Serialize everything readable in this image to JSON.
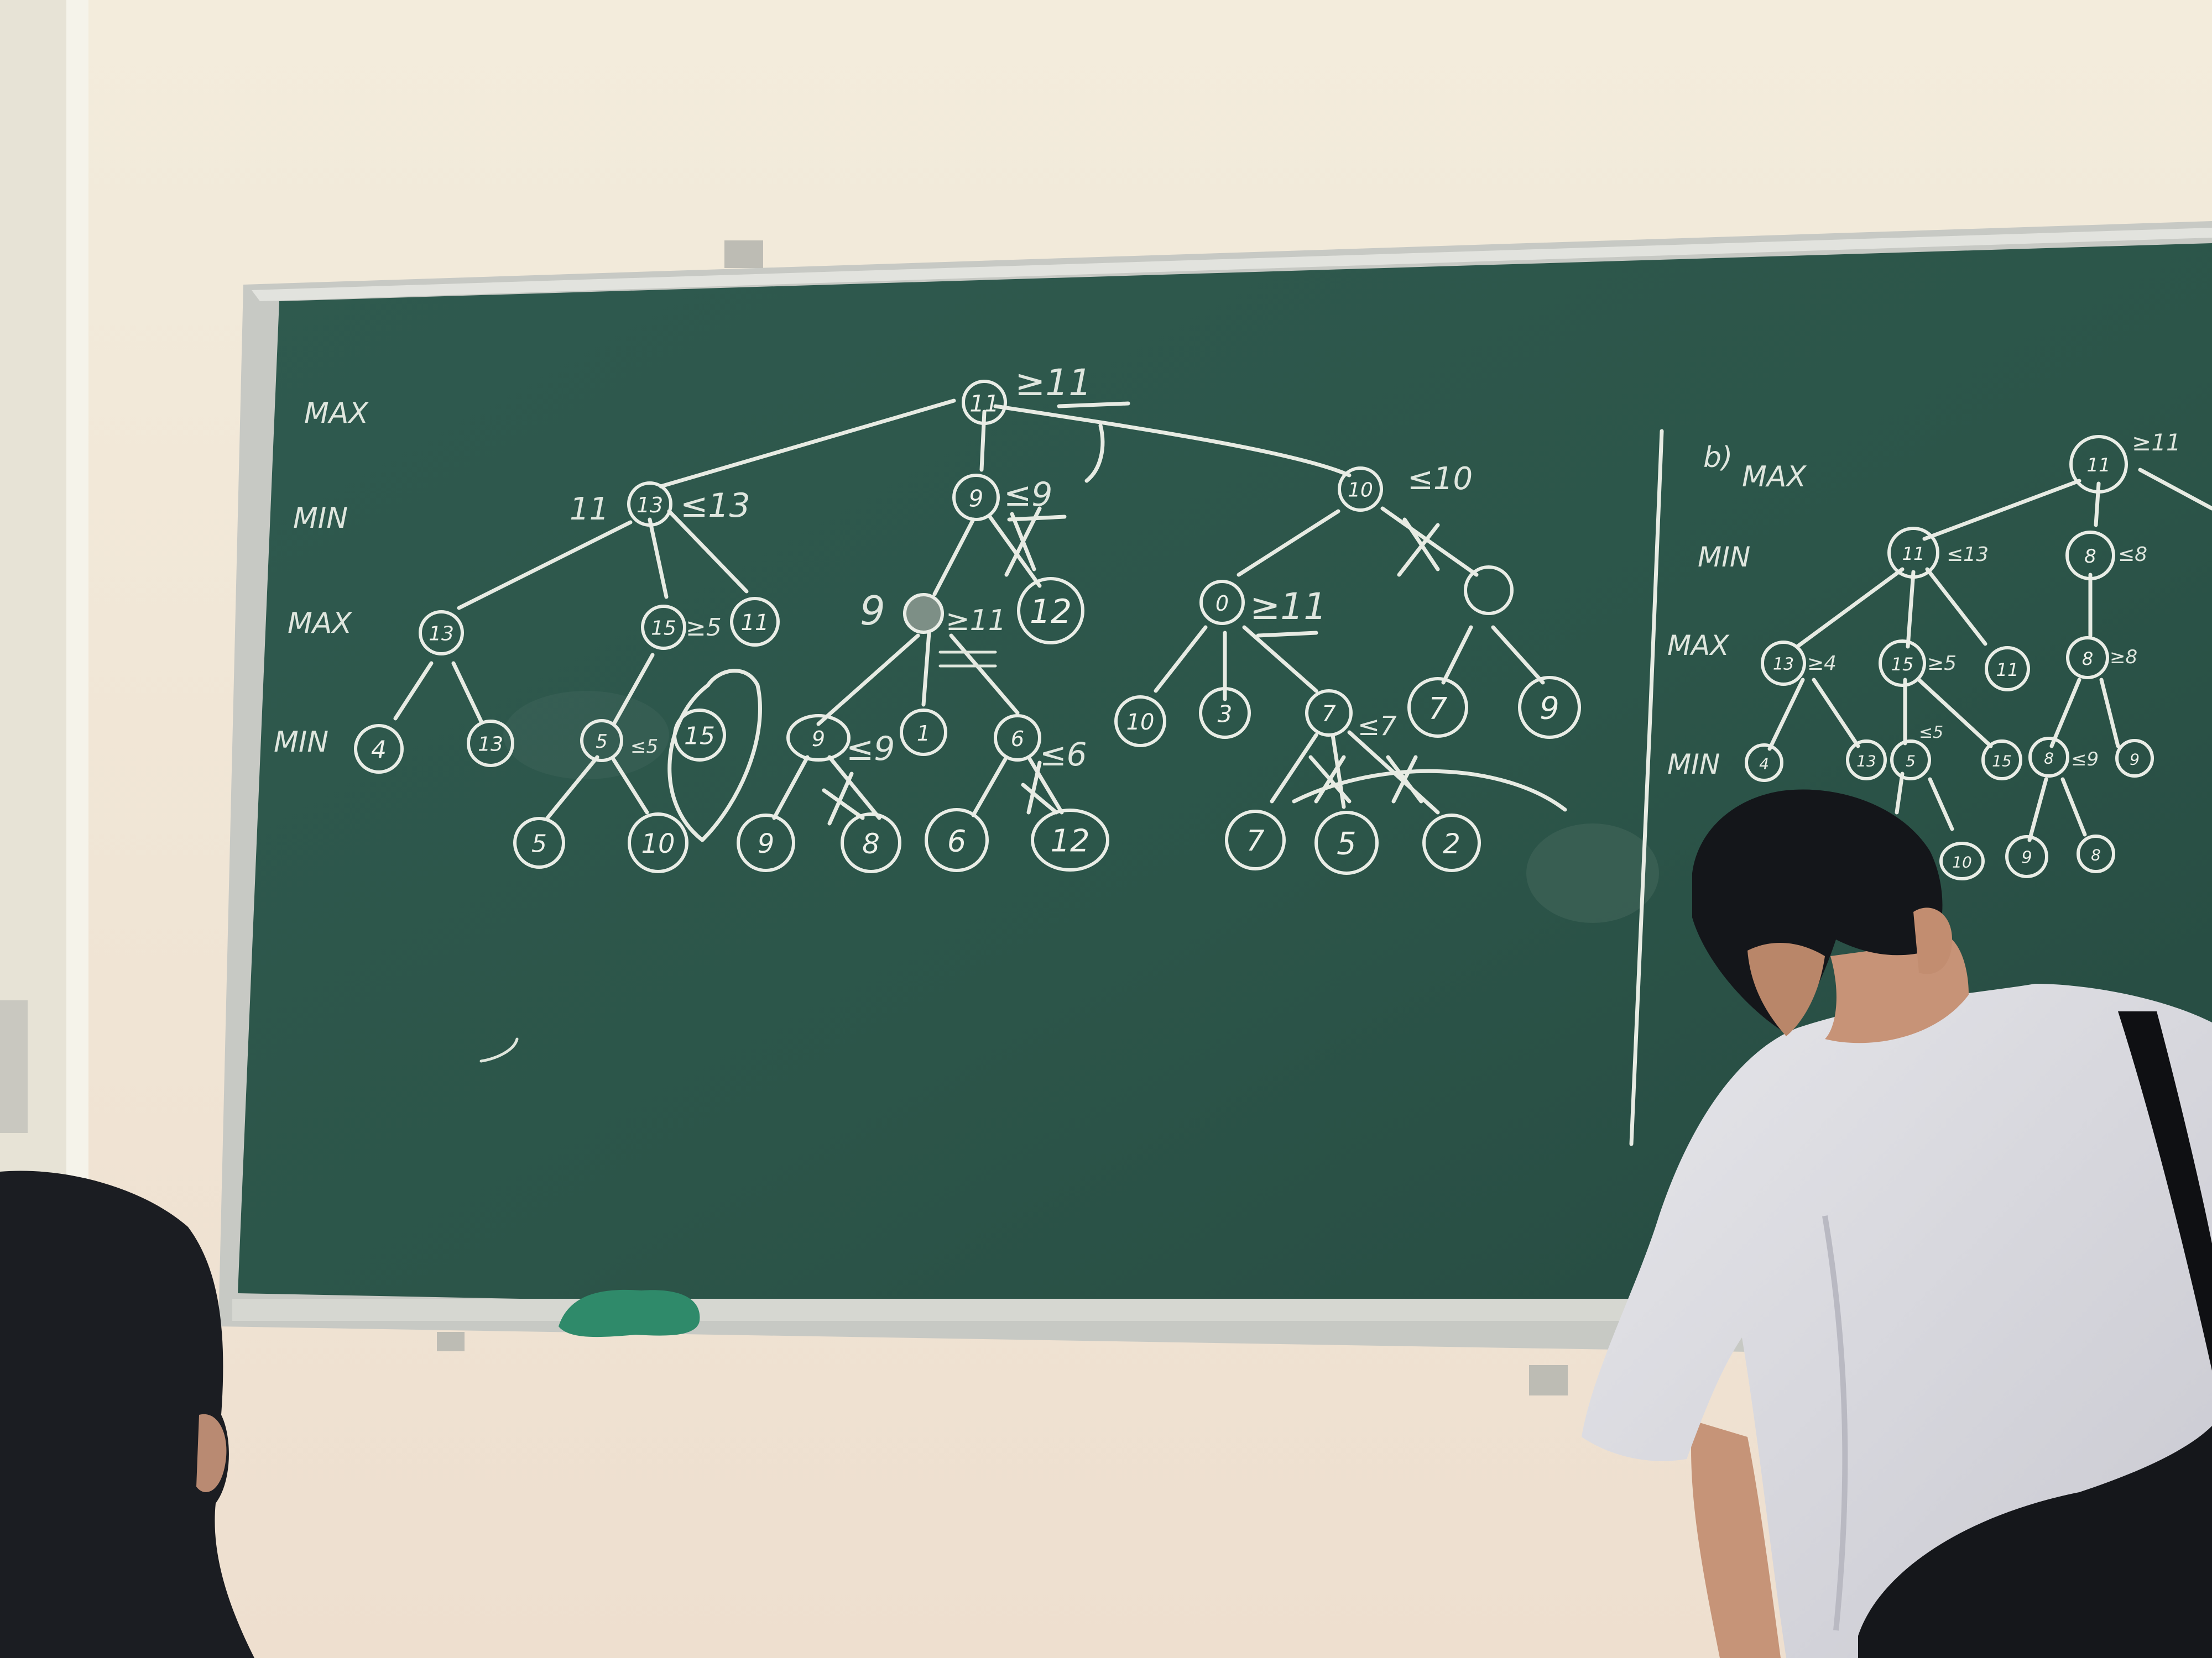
{
  "board": {
    "level_labels": [
      "MAX",
      "MIN",
      "MAX",
      "MIN"
    ],
    "root": {
      "value": "11",
      "annotation": "≥11"
    },
    "min_nodes": [
      {
        "value": "13",
        "left_note": "11",
        "annotation": "≤13"
      },
      {
        "value": "9",
        "annotation": "≤9"
      },
      {
        "value": "10",
        "annotation": "≤10"
      }
    ],
    "max_nodes": [
      {
        "value": "13"
      },
      {
        "value": "15",
        "annotation": "≥5"
      },
      {
        "value": "11"
      },
      {
        "value": "",
        "left_note": "9",
        "annotation": "≥11"
      },
      {
        "value": "12"
      },
      {
        "value": "0",
        "annotation": "≥11"
      },
      {
        "value": ""
      }
    ],
    "min_leaves": [
      "4",
      "13",
      "5",
      "15",
      "9",
      "1",
      "6",
      "10",
      "3",
      "7",
      "7",
      "9"
    ],
    "min_annotations": [
      "≤5",
      "≤9",
      "≤6",
      "≤7"
    ],
    "bottom_leaves": [
      "5",
      "10",
      "9",
      "8",
      "6",
      "12",
      "7",
      "5",
      "2"
    ],
    "part_b": {
      "heading": "b)",
      "level_labels": [
        "MAX",
        "MIN",
        "MAX",
        "MIN"
      ],
      "root": {
        "value": "11",
        "annotation": "≥11"
      },
      "min_nodes": [
        {
          "value": "11",
          "annotation": "≤13"
        },
        {
          "value": "8",
          "annotation": "≤8"
        }
      ],
      "max_nodes": [
        {
          "value": "13",
          "annotation": "≥4"
        },
        {
          "value": "15",
          "annotation": "≥5"
        },
        {
          "value": "11"
        },
        {
          "value": "8",
          "annotation": "≥8"
        }
      ],
      "min_leaves": [
        "4",
        "13",
        "5",
        "15",
        "8",
        "9"
      ],
      "min_annotations": [
        "≤5",
        "≤9"
      ],
      "bottom_leaves": [
        "10",
        "9",
        "8"
      ]
    }
  }
}
